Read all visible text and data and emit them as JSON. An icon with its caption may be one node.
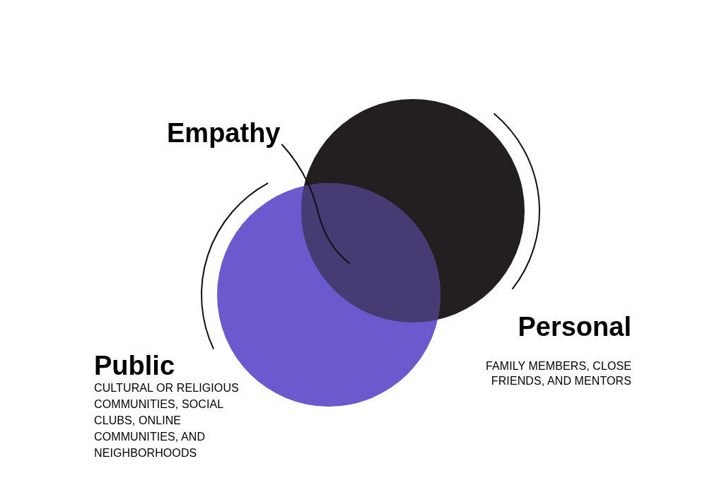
{
  "diagram": {
    "nodes": [
      {
        "text": [
          "Empathy"
        ]
      },
      {
        "text": [
          "Personal",
          "FAMILY MEMBERS, CLOSE FRIENDS, AND MENTORS"
        ]
      },
      {
        "text": [
          "Public",
          "CULTURAL OR RELIGIOUS COMMUNITIES, SOCIAL CLUBS, ONLINE COMMUNITIES, AND NEIGHBORHOODS"
        ]
      },
      {
        "text": [],
        "shape": "lens"
      }
    ],
    "edges": [
      {
        "from": 0,
        "to": 3,
        "arrow": "none"
      }
    ]
  }
}
